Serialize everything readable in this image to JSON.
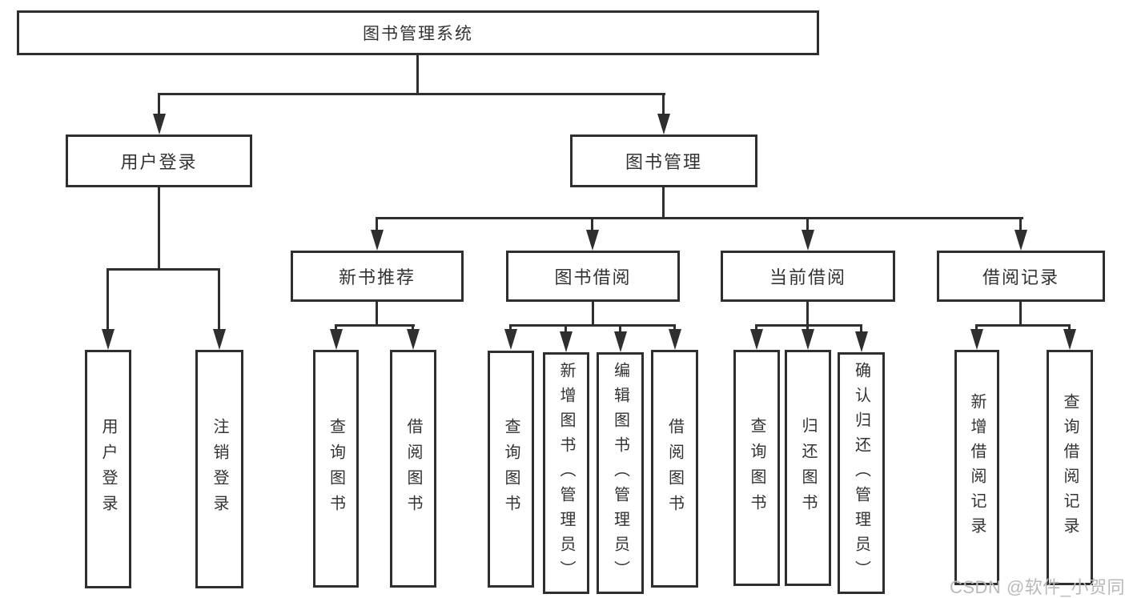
{
  "colors": {
    "line": "#2f2f2f",
    "text": "#333333",
    "watermark": "#b9b9b9",
    "background": "#ffffff"
  },
  "watermark": {
    "text": "CSDN @软件_小贺同学"
  },
  "tree": {
    "root": {
      "label": "图书管理系统"
    },
    "branches": [
      {
        "label": "用户登录",
        "children": [
          {
            "label": "用户登录"
          },
          {
            "label": "注销登录"
          }
        ]
      },
      {
        "label": "图书管理",
        "children": [
          {
            "label": "新书推荐",
            "children": [
              {
                "label": "查询图书"
              },
              {
                "label": "借阅图书"
              }
            ]
          },
          {
            "label": "图书借阅",
            "children": [
              {
                "label": "查询图书"
              },
              {
                "label": "新增图书（管理员）"
              },
              {
                "label": "编辑图书（管理员）"
              },
              {
                "label": "借阅图书"
              }
            ]
          },
          {
            "label": "当前借阅",
            "children": [
              {
                "label": "查询图书"
              },
              {
                "label": "归还图书"
              },
              {
                "label": "确认归还（管理员）"
              }
            ]
          },
          {
            "label": "借阅记录",
            "children": [
              {
                "label": "新增借阅记录"
              },
              {
                "label": "查询借阅记录"
              }
            ]
          }
        ]
      }
    ]
  }
}
